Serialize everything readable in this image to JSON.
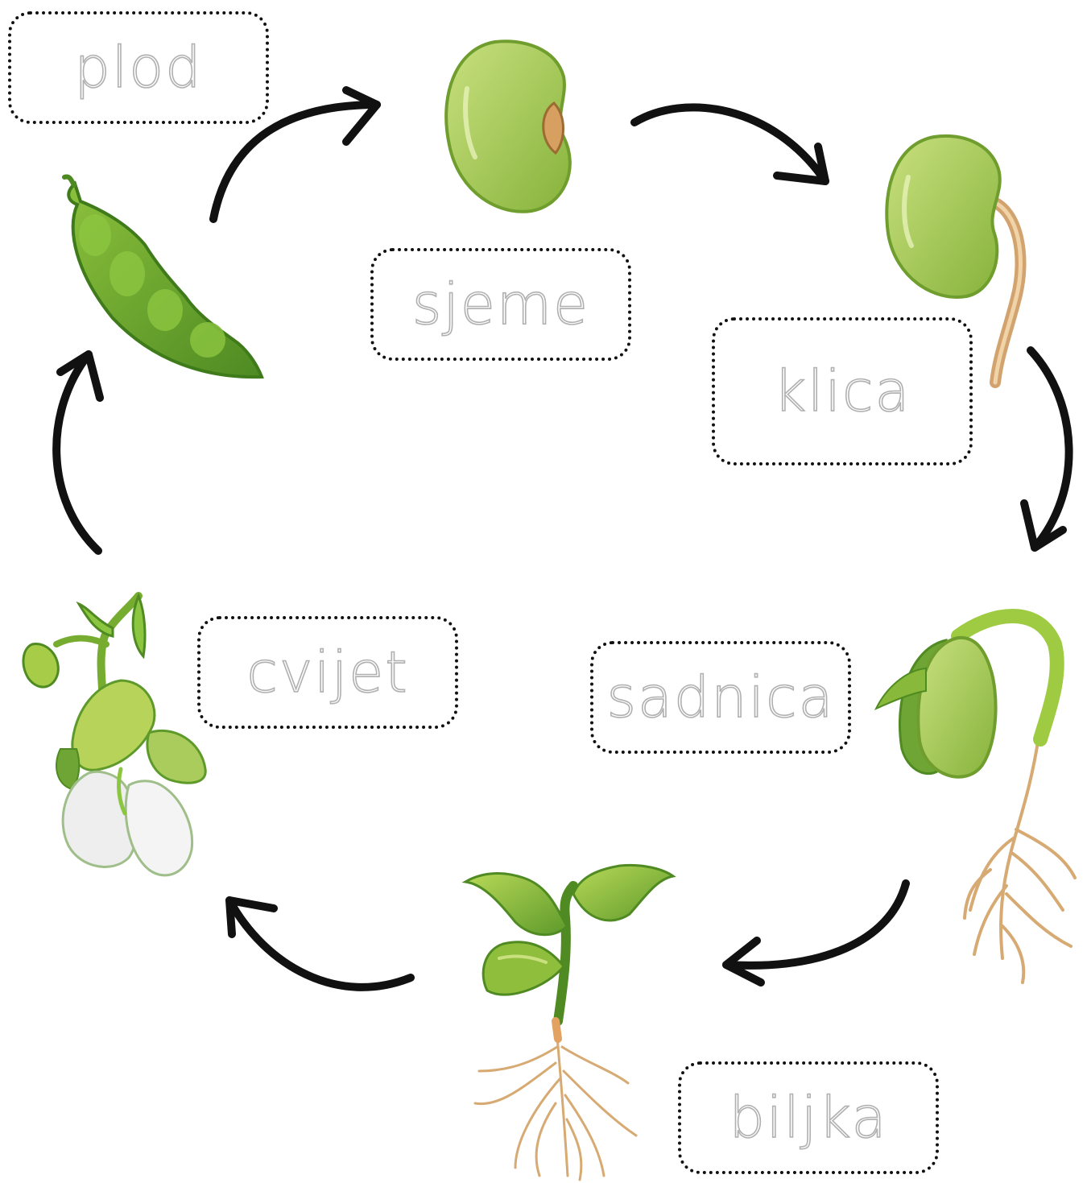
{
  "stages": {
    "plod": "plod",
    "sjeme": "sjeme",
    "klica": "klica",
    "sadnica": "sadnica",
    "biljka": "biljka",
    "cvijet": "cvijet"
  },
  "colors": {
    "arrow": "#111111",
    "box_border": "#111111",
    "trace_text": "#b0b0b0",
    "leaf_light": "#a6cc48",
    "leaf_dark": "#5f962a",
    "seed_green": "#a9cc5c",
    "root": "#dcb07b",
    "flower_white": "#eeeeee"
  },
  "icons": [
    "pod-icon",
    "seed-icon",
    "sprout-icon",
    "seedling-icon",
    "plant-icon",
    "flower-icon"
  ]
}
